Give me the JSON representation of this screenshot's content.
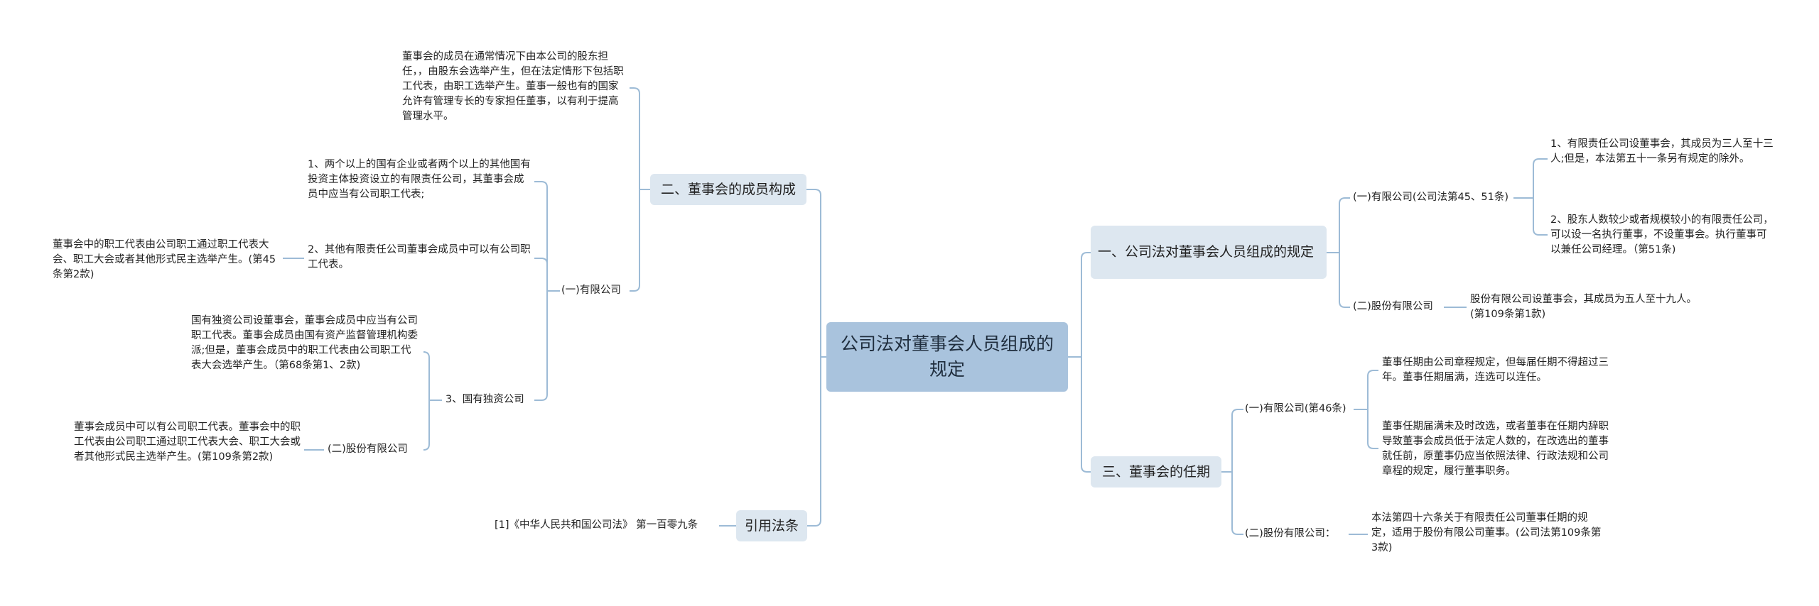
{
  "root": "公司法对董事会人员组成的规定",
  "left": {
    "composition": {
      "title": "二、董事会的成员构成",
      "intro": "董事会的成员在通常情况下由本公司的股东担任，，由股东会选举产生，但在法定情形下包括职工代表，由职工选举产生。董事一般也有的国家允许有管理专长的专家担任董事，以有利于提高管理水平。",
      "llc": {
        "label": "(一)有限公司",
        "item1": "1、两个以上的国有企业或者两个以上的其他国有投资主体投资设立的有限责任公司，其董事会成员中应当有公司职工代表;",
        "item2": {
          "label": "2、其他有限责任公司董事会成员中可以有公司职工代表。",
          "detail": "董事会中的职工代表由公司职工通过职工代表大会、职工大会或者其他形式民主选举产生。(第45条第2款)"
        },
        "item3": {
          "label": "3、国有独资公司",
          "detail": "国有独资公司设董事会，董事会成员中应当有公司职工代表。董事会成员由国有资产监督管理机构委派;但是，董事会成员中的职工代表由公司职工代表大会选举产生。（第68条第1、2款)"
        }
      },
      "jsc": {
        "label": "(二)股份有限公司",
        "detail": "董事会成员中可以有公司职工代表。董事会中的职工代表由公司职工通过职工代表大会、职工大会或者其他形式民主选举产生。(第109条第2款)"
      }
    },
    "cite": {
      "title": "引用法条",
      "detail": "[1]《中华人民共和国公司法》 第一百零九条"
    }
  },
  "right": {
    "rules": {
      "title": "一、公司法对董事会人员组成的规定",
      "llc": {
        "label": "(一)有限公司(公司法第45、51条)",
        "item1": "1、有限责任公司设董事会，其成员为三人至十三人;但是，本法第五十一条另有规定的除外。",
        "item2": "2、股东人数较少或者规模较小的有限责任公司，可以设一名执行董事，不设董事会。执行董事可以兼任公司经理。（第51条)"
      },
      "jsc": {
        "label": "(二)股份有限公司",
        "detail": "股份有限公司设董事会，其成员为五人至十九人。(第109条第1款)"
      }
    },
    "term": {
      "title": "三、董事会的任期",
      "llc": {
        "label": "(一)有限公司(第46条)",
        "item1": "董事任期由公司章程规定，但每届任期不得超过三年。董事任期届满，连选可以连任。",
        "item2": "董事任期届满未及时改选，或者董事在任期内辞职导致董事会成员低于法定人数的，在改选出的董事就任前，原董事仍应当依照法律、行政法规和公司章程的规定，履行董事职务。"
      },
      "jsc": {
        "label": "(二)股份有限公司：",
        "detail": "本法第四十六条关于有限责任公司董事任期的规定，适用于股份有限公司董事。(公司法第109条第3款)"
      }
    }
  },
  "colors": {
    "root_bg": "#a9c3dd",
    "node_bg": "#dde7f0",
    "line": "#9dbbd6"
  }
}
